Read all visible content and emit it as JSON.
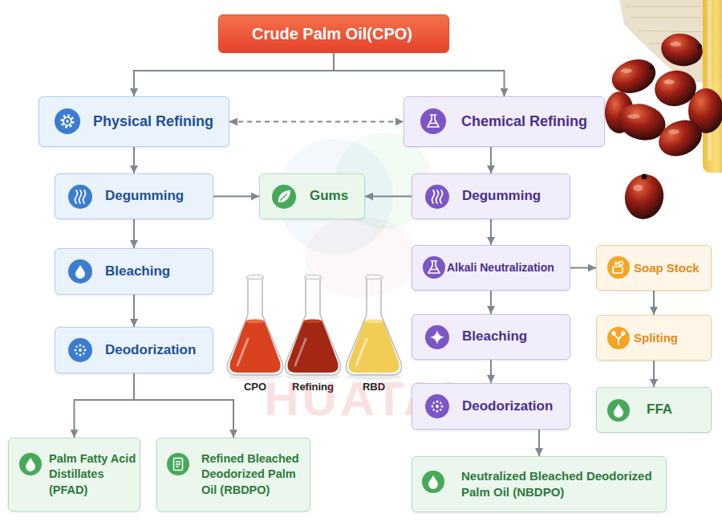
{
  "diagram": {
    "nodes": [
      {
        "text": [
          "Crude Palm Oil(CPO)"
        ]
      },
      {
        "text": [
          "Physical Refining"
        ]
      },
      {
        "text": [
          "Chemical Refining"
        ]
      },
      {
        "text": [
          "Degumming"
        ]
      },
      {
        "text": [
          "Gums"
        ]
      },
      {
        "text": [
          "Degumming"
        ]
      },
      {
        "text": [
          "Alkali Neutralization"
        ]
      },
      {
        "text": [
          "Soap Stock"
        ]
      },
      {
        "text": [
          "Bleaching"
        ]
      },
      {
        "text": [
          "Bleaching"
        ]
      },
      {
        "text": [
          "Spliting"
        ]
      },
      {
        "text": [
          "Deodorization"
        ]
      },
      {
        "text": [
          "Deodorization"
        ]
      },
      {
        "text": [
          "FFA"
        ]
      },
      {
        "text": [
          "Palm Fatty Acid Distillates (PFAD)"
        ]
      },
      {
        "text": [
          "Refined Bleached Deodorized Palm Oil (RBDPO)"
        ]
      },
      {
        "text": [
          "Neutralized Bleached Deodorized Palm Oil (NBDPO)"
        ]
      }
    ],
    "edges": [
      {
        "from": 0,
        "to": 1,
        "arrow": "to"
      },
      {
        "from": 0,
        "to": 2,
        "arrow": "to"
      },
      {
        "from": 1,
        "to": 2,
        "arrow": "both"
      },
      {
        "from": 1,
        "to": 3,
        "arrow": "to"
      },
      {
        "from": 3,
        "to": 4,
        "arrow": "to"
      },
      {
        "from": 5,
        "to": 4,
        "arrow": "to"
      },
      {
        "from": 3,
        "to": 8,
        "arrow": "to"
      },
      {
        "from": 8,
        "to": 11,
        "arrow": "to"
      },
      {
        "from": 11,
        "to": 14,
        "arrow": "to"
      },
      {
        "from": 11,
        "to": 15,
        "arrow": "to"
      },
      {
        "from": 2,
        "to": 5,
        "arrow": "to"
      },
      {
        "from": 5,
        "to": 6,
        "arrow": "to"
      },
      {
        "from": 6,
        "to": 7,
        "arrow": "to"
      },
      {
        "from": 6,
        "to": 9,
        "arrow": "to"
      },
      {
        "from": 7,
        "to": 10,
        "arrow": "to"
      },
      {
        "from": 9,
        "to": 12,
        "arrow": "to"
      },
      {
        "from": 10,
        "to": 13,
        "arrow": "to"
      },
      {
        "from": 12,
        "to": 16,
        "arrow": "to"
      }
    ],
    "labels": [
      "CPO",
      "Refining",
      "RBD",
      "HUATAI"
    ]
  }
}
